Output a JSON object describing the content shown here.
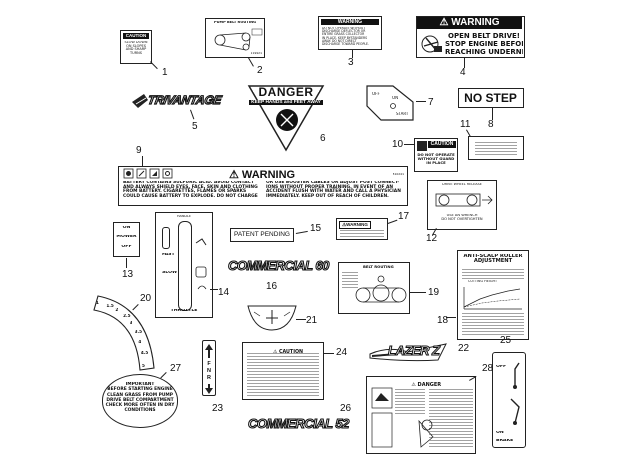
{
  "labels": {
    "l1": {
      "number": "1",
      "heading": "CAUTION",
      "body": "SLOW DOWN\nON SLOPES\nAND SHARP\nTURNS"
    },
    "l2": {
      "number": "2",
      "heading": "PUMP BELT ROUTING",
      "corner": "119921"
    },
    "l3": {
      "number": "3",
      "heading": "WARNING",
      "body": "DO NOT OPERATE WITHOUT\nDISCHARGE DEFLECTOR OR\nENTIRE GRASS COLLECTOR\nIN PLACE. KEEP BYSTANDERS\nAWAY. DO NOT DIRECT\nDISCHARGE TOWARD PEOPLE."
    },
    "l4": {
      "number": "4",
      "heading": "WARNING",
      "body": "OPEN BELT DRIVE!\nSTOP ENGINE BEFORE\nREACHING UNDERNEATH"
    },
    "l5": {
      "number": "5",
      "logo": "TRIVANTAGE"
    },
    "l6": {
      "number": "6",
      "heading": "DANGER",
      "body": "KEEP HANDS and FEET AWAY"
    },
    "l7": {
      "number": "7",
      "off": "OFF",
      "on": "ON",
      "start": "START"
    },
    "l8": {
      "number": "8",
      "text": "NO STEP"
    },
    "l9": {
      "number": "9",
      "heading": "WARNING",
      "left": "BATTERY CONTAINS SULFURIC ACID. AVOID CONTACT\nAND ALWAYS SHIELD EYES, FACE, SKIN AND CLOTHING\nFROM BATTERY. CIGARETTES, FLAMES OR SPARKS\nCOULD CAUSE BATTERY TO EXPLODE. DO NOT CHARGE",
      "right": "OR USE BOOSTER CABLES OR ADJUST POST CONNECT-\nIONS WITHOUT PROPER TRAINING. IN EVENT OF AN\nACCIDENT FLUSH WITH WATER AND CALL A PHYSICIAN\nIMMEDIATELY. KEEP OUT OF REACH OF CHILDREN.",
      "corner": "810241"
    },
    "l10": {
      "number": "10",
      "heading": "CAUTION",
      "body": "DO NOT OPERATE\nWITHOUT GUARD\nIN PLACE"
    },
    "l11": {
      "number": "11"
    },
    "l12": {
      "number": "12",
      "heading": "DRIVE WHEEL RELEASE",
      "body": "USE AN WRENCH\nDO NOT OVERTIGHTEN"
    },
    "l13": {
      "number": "13",
      "on": "ON",
      "mower": "MOWER",
      "off": "OFF"
    },
    "l14": {
      "number": "14",
      "fast": "FAST",
      "slow": "SLOW",
      "throttle": "THROTTLE",
      "top": "HANDLE"
    },
    "l15": {
      "number": "15",
      "text": "PATENT PENDING"
    },
    "l16": {
      "number": "16",
      "logo": "COMMERCIAL 60"
    },
    "l17": {
      "number": "17",
      "heading": "WARNING"
    },
    "l18": {
      "number": "18",
      "heading": "ANTI-SCALP ROLLER\nADJUSTMENT",
      "caption": "CUTTING HEIGHT"
    },
    "l19": {
      "number": "19",
      "heading": "BELT ROUTING"
    },
    "l20": {
      "number": "20",
      "scale": [
        "1",
        "1.5",
        "2",
        "2.5",
        "3",
        "3.5",
        "4",
        "4.5",
        "5"
      ]
    },
    "l21": {
      "number": "21"
    },
    "l22": {
      "number": "22",
      "logo": "LAZER Z"
    },
    "l23": {
      "number": "23",
      "gears": [
        "F",
        "N",
        "R"
      ]
    },
    "l24": {
      "number": "24",
      "heading": "CAUTION"
    },
    "l25": {
      "number": "25",
      "off": "OFF",
      "on": "ON",
      "brake": "BRAKE"
    },
    "l26": {
      "number": "26",
      "logo": "COMMERCIAL 52"
    },
    "l27": {
      "number": "27",
      "body": "IMPORTANT\nBEFORE STARTING ENGINE\nCLEAN GRASS FROM PUMP\nDRIVE BELT COMPARTMENT\nCHECK MORE OFTEN IN DRY\nCONDITIONS"
    },
    "l28": {
      "number": "28",
      "heading": "DANGER"
    }
  }
}
